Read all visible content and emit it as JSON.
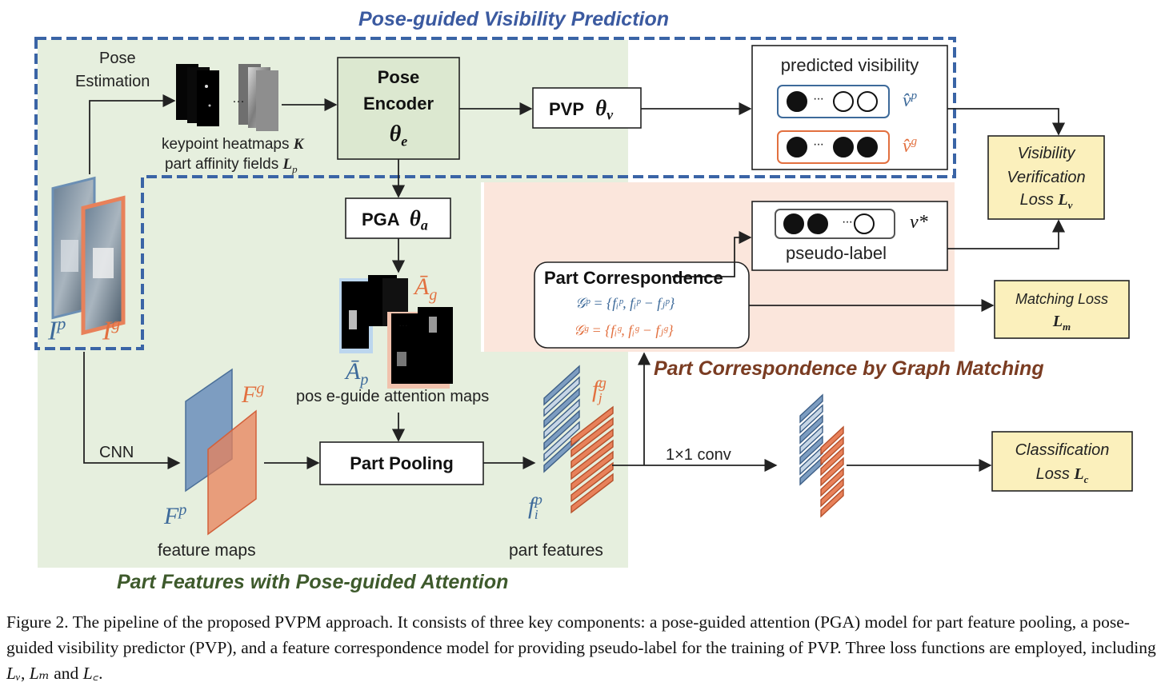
{
  "sections": {
    "visibility": "Pose-guided  Visibility Prediction",
    "part_features": "Part Features with Pose-guided  Attention",
    "correspondence": "Part Correspondence by Graph Matching"
  },
  "labels": {
    "pose_estimation_1": "Pose",
    "pose_estimation_2": "Estimation",
    "keypoint_heatmaps": "keypoint heatmaps",
    "keypoint_symbol": "K",
    "paf": "part affinity fields",
    "paf_symbol": "L",
    "paf_sub": "p",
    "ellipsis": "…",
    "cnn": "CNN",
    "feature_maps": "feature maps",
    "attention_maps": "pos e-guide attention maps",
    "part_features": "part features",
    "conv": "1×1 conv",
    "predicted_visibility": "predicted visibility",
    "pseudo_label": "pseudo-label"
  },
  "boxes": {
    "pose_encoder_1": "Pose",
    "pose_encoder_2": "Encoder",
    "pose_encoder_theta": "θ",
    "pose_encoder_sub": "e",
    "pvp": "PVP",
    "pvp_theta": "θ",
    "pvp_sub": "v",
    "pga": "PGA",
    "pga_theta": "θ",
    "pga_sub": "a",
    "part_pooling": "Part Pooling",
    "part_correspondence": "Part Correspondence",
    "graph_p": "𝒢ᵖ = {fᵢᵖ, fᵢᵖ − fⱼᵖ}",
    "graph_g": "𝒢ᵍ = {fᵢᵍ, fᵢᵍ − fⱼᵍ}"
  },
  "symbols": {
    "Ip": "I",
    "Ip_sup": "p",
    "Ig": "I",
    "Ig_sup": "g",
    "Fg": "F",
    "Fg_sup": "g",
    "Fp": "F",
    "Fp_sup": "p",
    "Ag": "Ā",
    "Ag_sub": "g",
    "Ap": "Ā",
    "Ap_sub": "p",
    "fj": "f",
    "fj_sup": "g",
    "fj_sub": "j",
    "fi": "f",
    "fi_sup": "p",
    "fi_sub": "i",
    "vp_hat": "v̂",
    "vp_sup": "p",
    "vg_hat": "v̂",
    "vg_sup": "g",
    "v_star": "v*",
    "dots": "···"
  },
  "losses": {
    "visibility_1": "Visibility",
    "visibility_2": "Verification",
    "visibility_3": "Loss",
    "visibility_sym": "L",
    "visibility_sub": "v",
    "matching_1": "Matching Loss",
    "matching_sym": "L",
    "matching_sub": "m",
    "classification_1": "Classification",
    "classification_2": "Loss",
    "classification_sym": "L",
    "classification_sub": "c"
  },
  "caption": {
    "prefix": "Figure 2. The pipeline of the proposed PVPM approach. It consists of three key components: a pose-guided attention (PGA) model for part feature pooling, a pose-guided visibility predictor (PVP), and a feature correspondence model for providing pseudo-label for the training of PVP. Three loss functions are employed, including",
    "lv": "Lᵥ",
    "sep1": ",",
    "lm": "Lₘ",
    "and": "and",
    "lc": "L꜀",
    "end": "."
  },
  "colors": {
    "blue_dash": "#3a64a6",
    "green_region": "#e6efde",
    "pink_region": "#fbe6dc",
    "encoder_fill": "#dce8d0",
    "loss_fill": "#fbf0bc",
    "feature_blue": "#7d9dc1",
    "feature_orange": "#e8815a",
    "visible_dot": "#111111"
  }
}
